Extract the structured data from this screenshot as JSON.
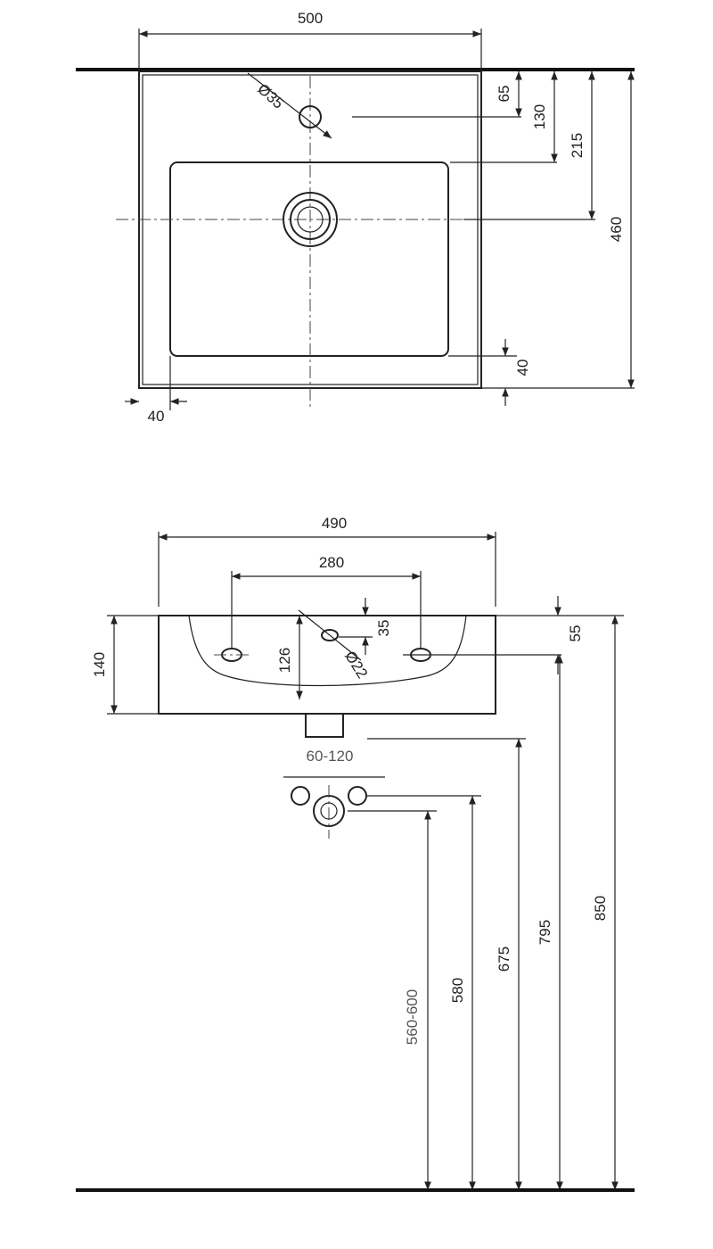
{
  "top_view": {
    "width": "500",
    "hole_diameter": "Ø35",
    "dim_65": "65",
    "dim_130": "130",
    "dim_215": "215",
    "dim_460": "460",
    "dim_bottom_rim": "40",
    "dim_side_rim": "40"
  },
  "front_view": {
    "width": "490",
    "fixing_spacing": "280",
    "dim_35": "35",
    "dim_55": "55",
    "height_140": "140",
    "height_126": "126",
    "hole_diameter": "Ø22",
    "supply_spacing": "60-120",
    "h_560_600": "560-600",
    "h_580": "580",
    "h_675": "675",
    "h_795": "795",
    "h_850": "850"
  }
}
